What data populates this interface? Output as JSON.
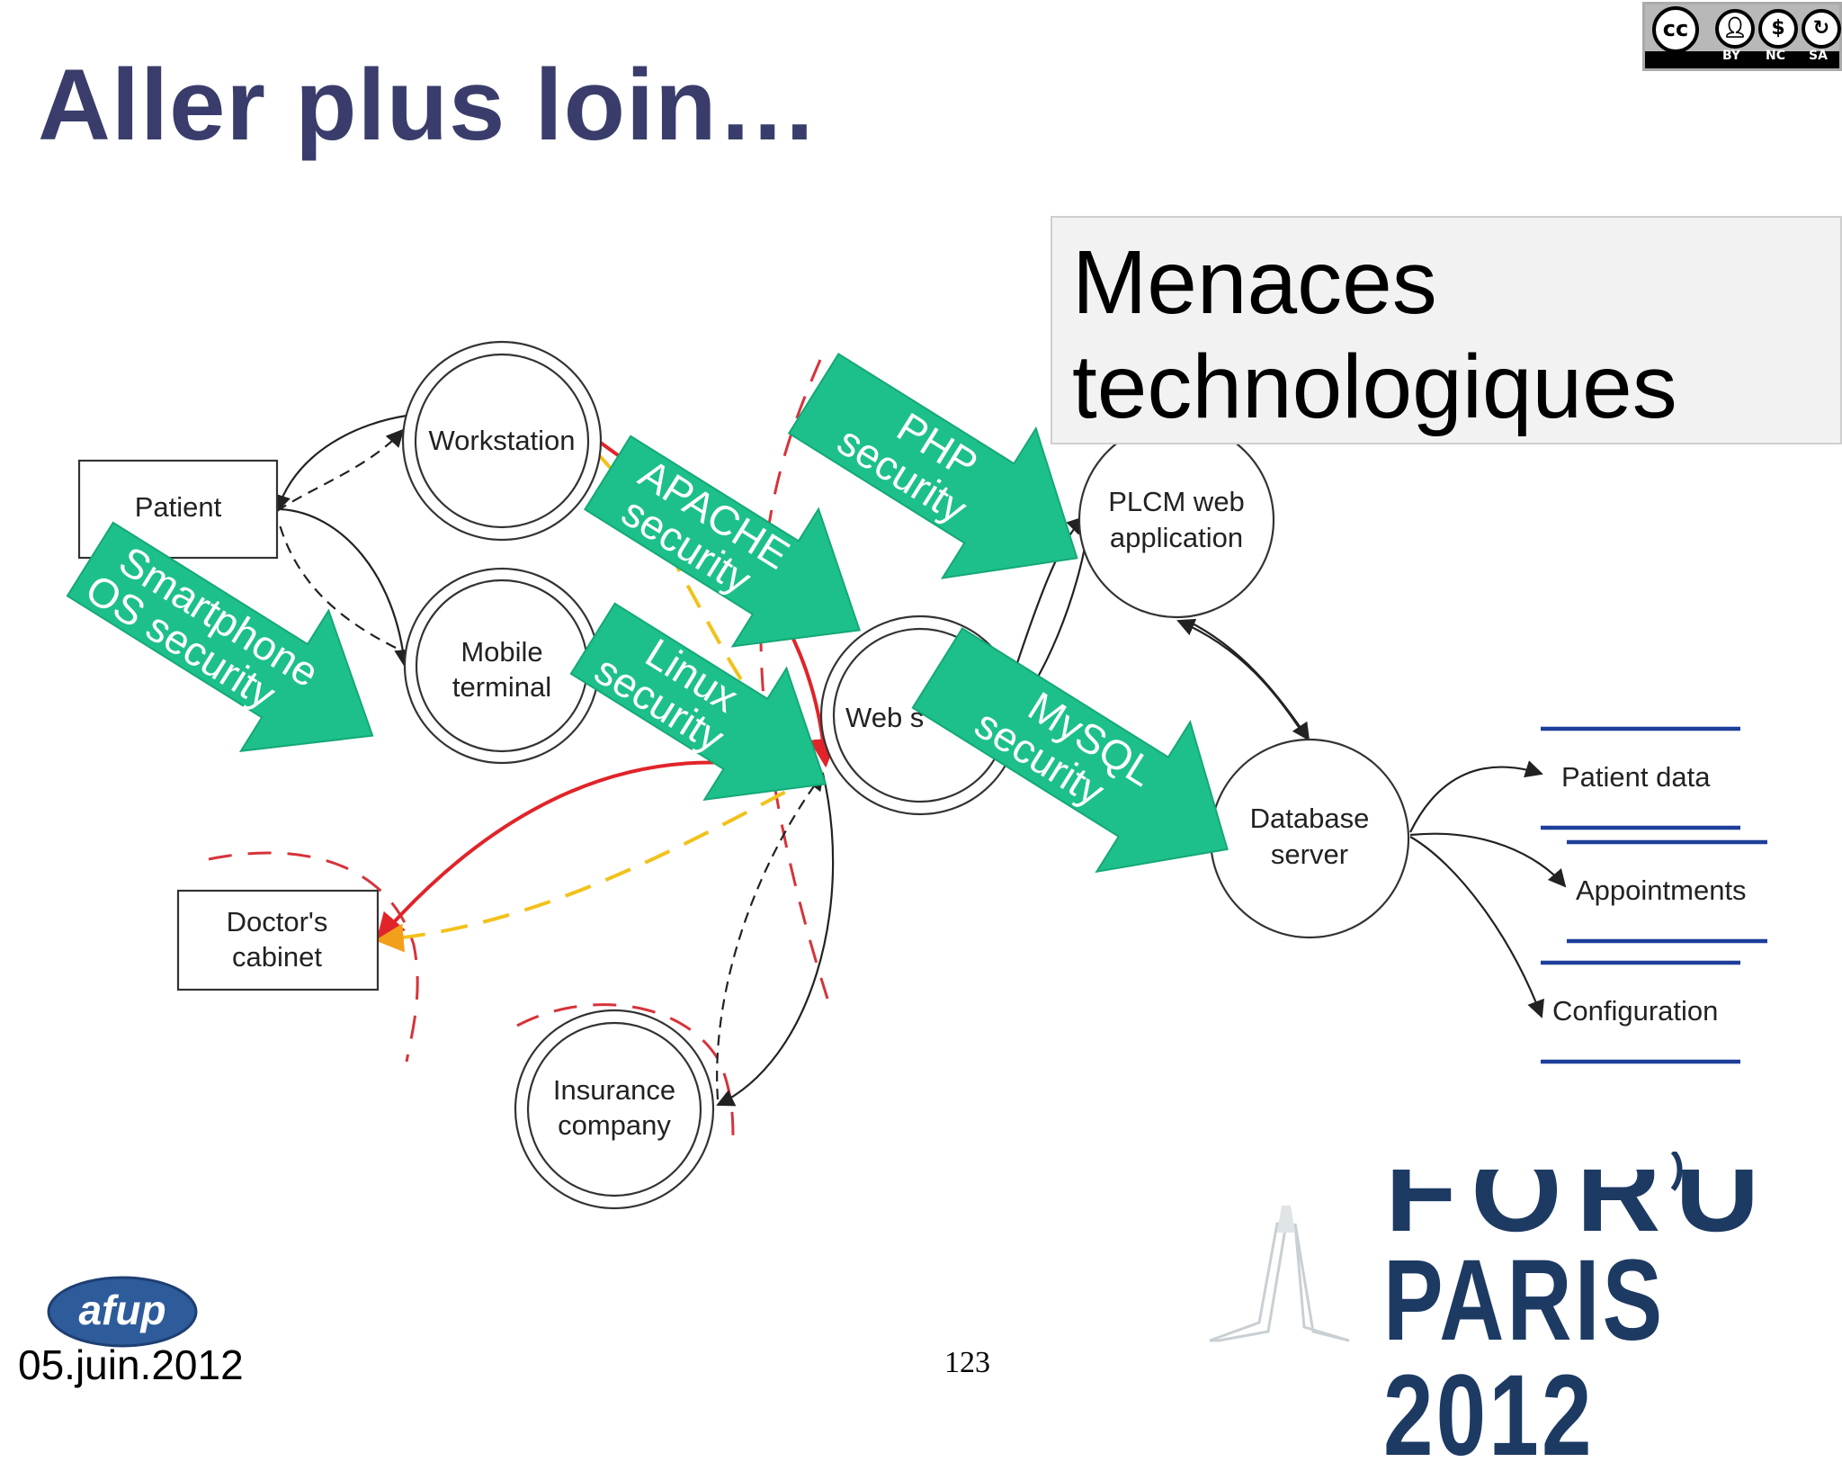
{
  "slide": {
    "title": "Aller plus loin…",
    "threat_box": {
      "line1": "Menaces",
      "line2": "technologiques"
    },
    "page_number": "123",
    "date": "05.juin.2012"
  },
  "license_badge": {
    "cc": "cc",
    "labels": [
      "BY",
      "NC",
      "SA"
    ]
  },
  "diagram": {
    "nodes": {
      "patient": "Patient",
      "workstation": "Workstation",
      "mobile_line1": "Mobile",
      "mobile_line2": "terminal",
      "doctor_line1": "Doctor's",
      "doctor_line2": "cabinet",
      "insurance_line1": "Insurance",
      "insurance_line2": "company",
      "webserver": "Web s",
      "plcm_line1": "PLCM web",
      "plcm_line2": "application",
      "db_line1": "Database",
      "db_line2": "server",
      "store_patient": "Patient data",
      "store_appointments": "Appointments",
      "store_configuration": "Configuration"
    },
    "security_arrows": [
      {
        "line1": "Smartphone",
        "line2": "OS security"
      },
      {
        "line1": "APACHE",
        "line2": "security"
      },
      {
        "line1": "Linux",
        "line2": "security"
      },
      {
        "line1": "PHP",
        "line2": "security"
      },
      {
        "line1": "MySQL",
        "line2": "security"
      }
    ],
    "colors": {
      "arrow_fill": "#1dc08a",
      "trust_boundary": "#d6333a",
      "red_flow": "#e0242a",
      "yellow_flow": "#f2c21b",
      "node_stroke": "#333333"
    }
  },
  "logos": {
    "afup": "afup",
    "forum_line1": "FORUM PHP",
    "forum_line2": "PARIS 2012",
    "colors": {
      "afup": "#2e5b9a",
      "forum": "#1d3a63"
    }
  }
}
